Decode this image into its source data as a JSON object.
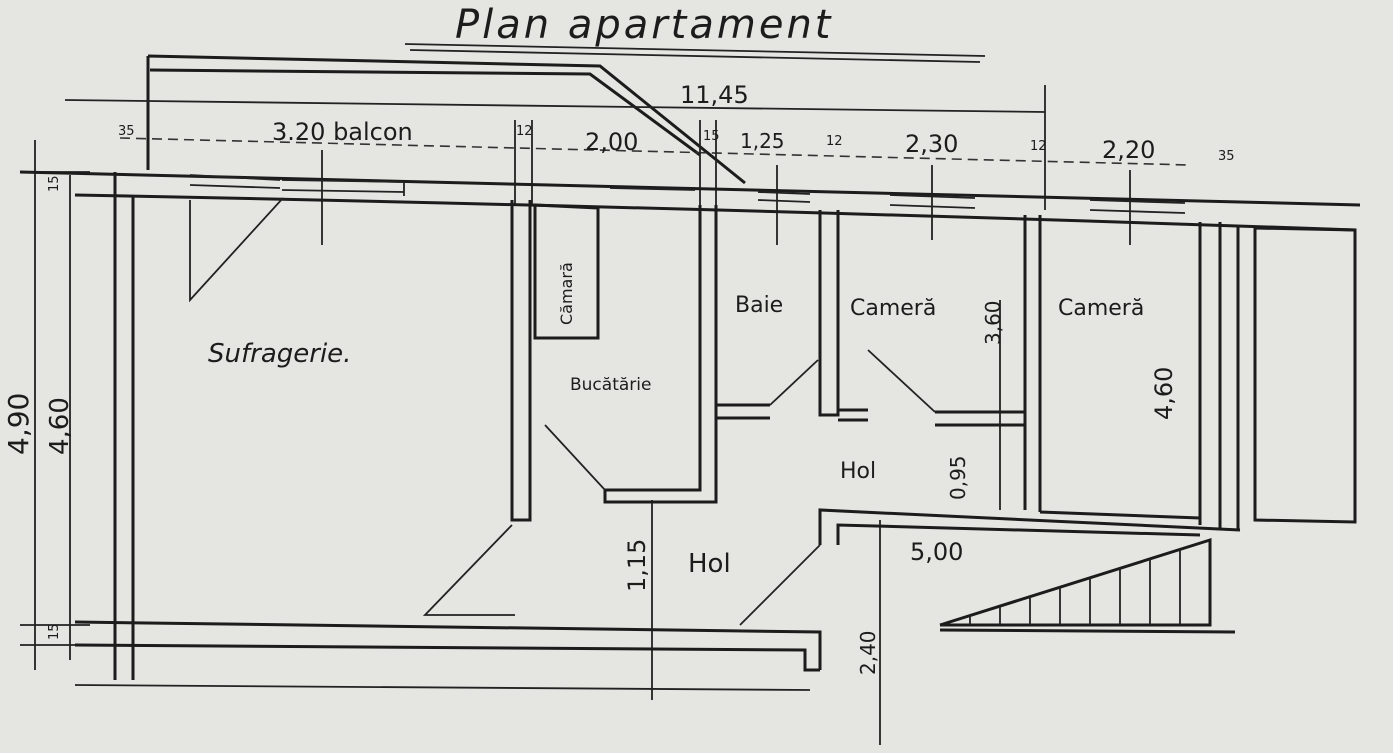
{
  "title": "Plan apartament",
  "dimensions": {
    "total_width": "11,45",
    "balcony": "3.20 balcon",
    "kitchen_width": "2,00",
    "bath_width": "1,25",
    "room1_width": "2,30",
    "room2_width": "2,20",
    "room1_depth": "3,60",
    "room2_depth": "4,60",
    "hall_depth": "0,95",
    "hall_lower": "1,15",
    "hall_length": "5,00",
    "hall_height": "2,40",
    "total_height": "4,90",
    "inner_height": "4,60",
    "wall_35_left": "35",
    "wall_15_left": "15",
    "wall_12a": "12",
    "wall_15b": "15",
    "wall_12b": "12",
    "wall_12c": "12",
    "wall_35_right": "35",
    "wall_15_bottom": "15"
  },
  "rooms": {
    "living": "Sufragerie.",
    "pantry": "Cămară",
    "kitchen": "Bucătărie",
    "bath": "Baie",
    "room1": "Cameră",
    "room2": "Cameră",
    "hall_upper": "Hol",
    "hall_lower": "Hol"
  }
}
